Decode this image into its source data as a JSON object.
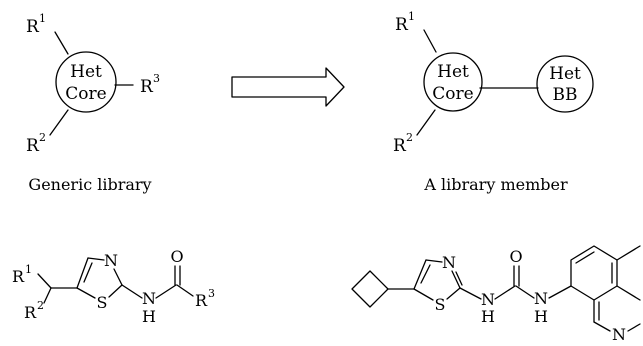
{
  "top_left": {
    "r1": "R",
    "r1_sup": "1",
    "r2": "R",
    "r2_sup": "2",
    "r3": "R",
    "r3_sup": "3",
    "core_line1": "Het",
    "core_line2": "Core",
    "caption": "Generic library"
  },
  "top_right": {
    "r1": "R",
    "r1_sup": "1",
    "r2": "R",
    "r2_sup": "2",
    "core_line1": "Het",
    "core_line2": "Core",
    "bb_line1": "Het",
    "bb_line2": "BB",
    "caption": "A library member"
  },
  "bottom_left": {
    "r1": "R",
    "r1_sup": "1",
    "r2": "R",
    "r2_sup": "2",
    "r3": "R",
    "r3_sup": "3",
    "atom_n_ring": "N",
    "atom_s": "S",
    "atom_n_amide": "N",
    "atom_h": "H",
    "atom_o": "O"
  },
  "bottom_right": {
    "atom_n_ring": "N",
    "atom_s": "S",
    "atom_n1": "N",
    "atom_h1": "H",
    "atom_o": "O",
    "atom_n2": "N",
    "atom_h2": "H",
    "atom_n_isoq": "N"
  }
}
